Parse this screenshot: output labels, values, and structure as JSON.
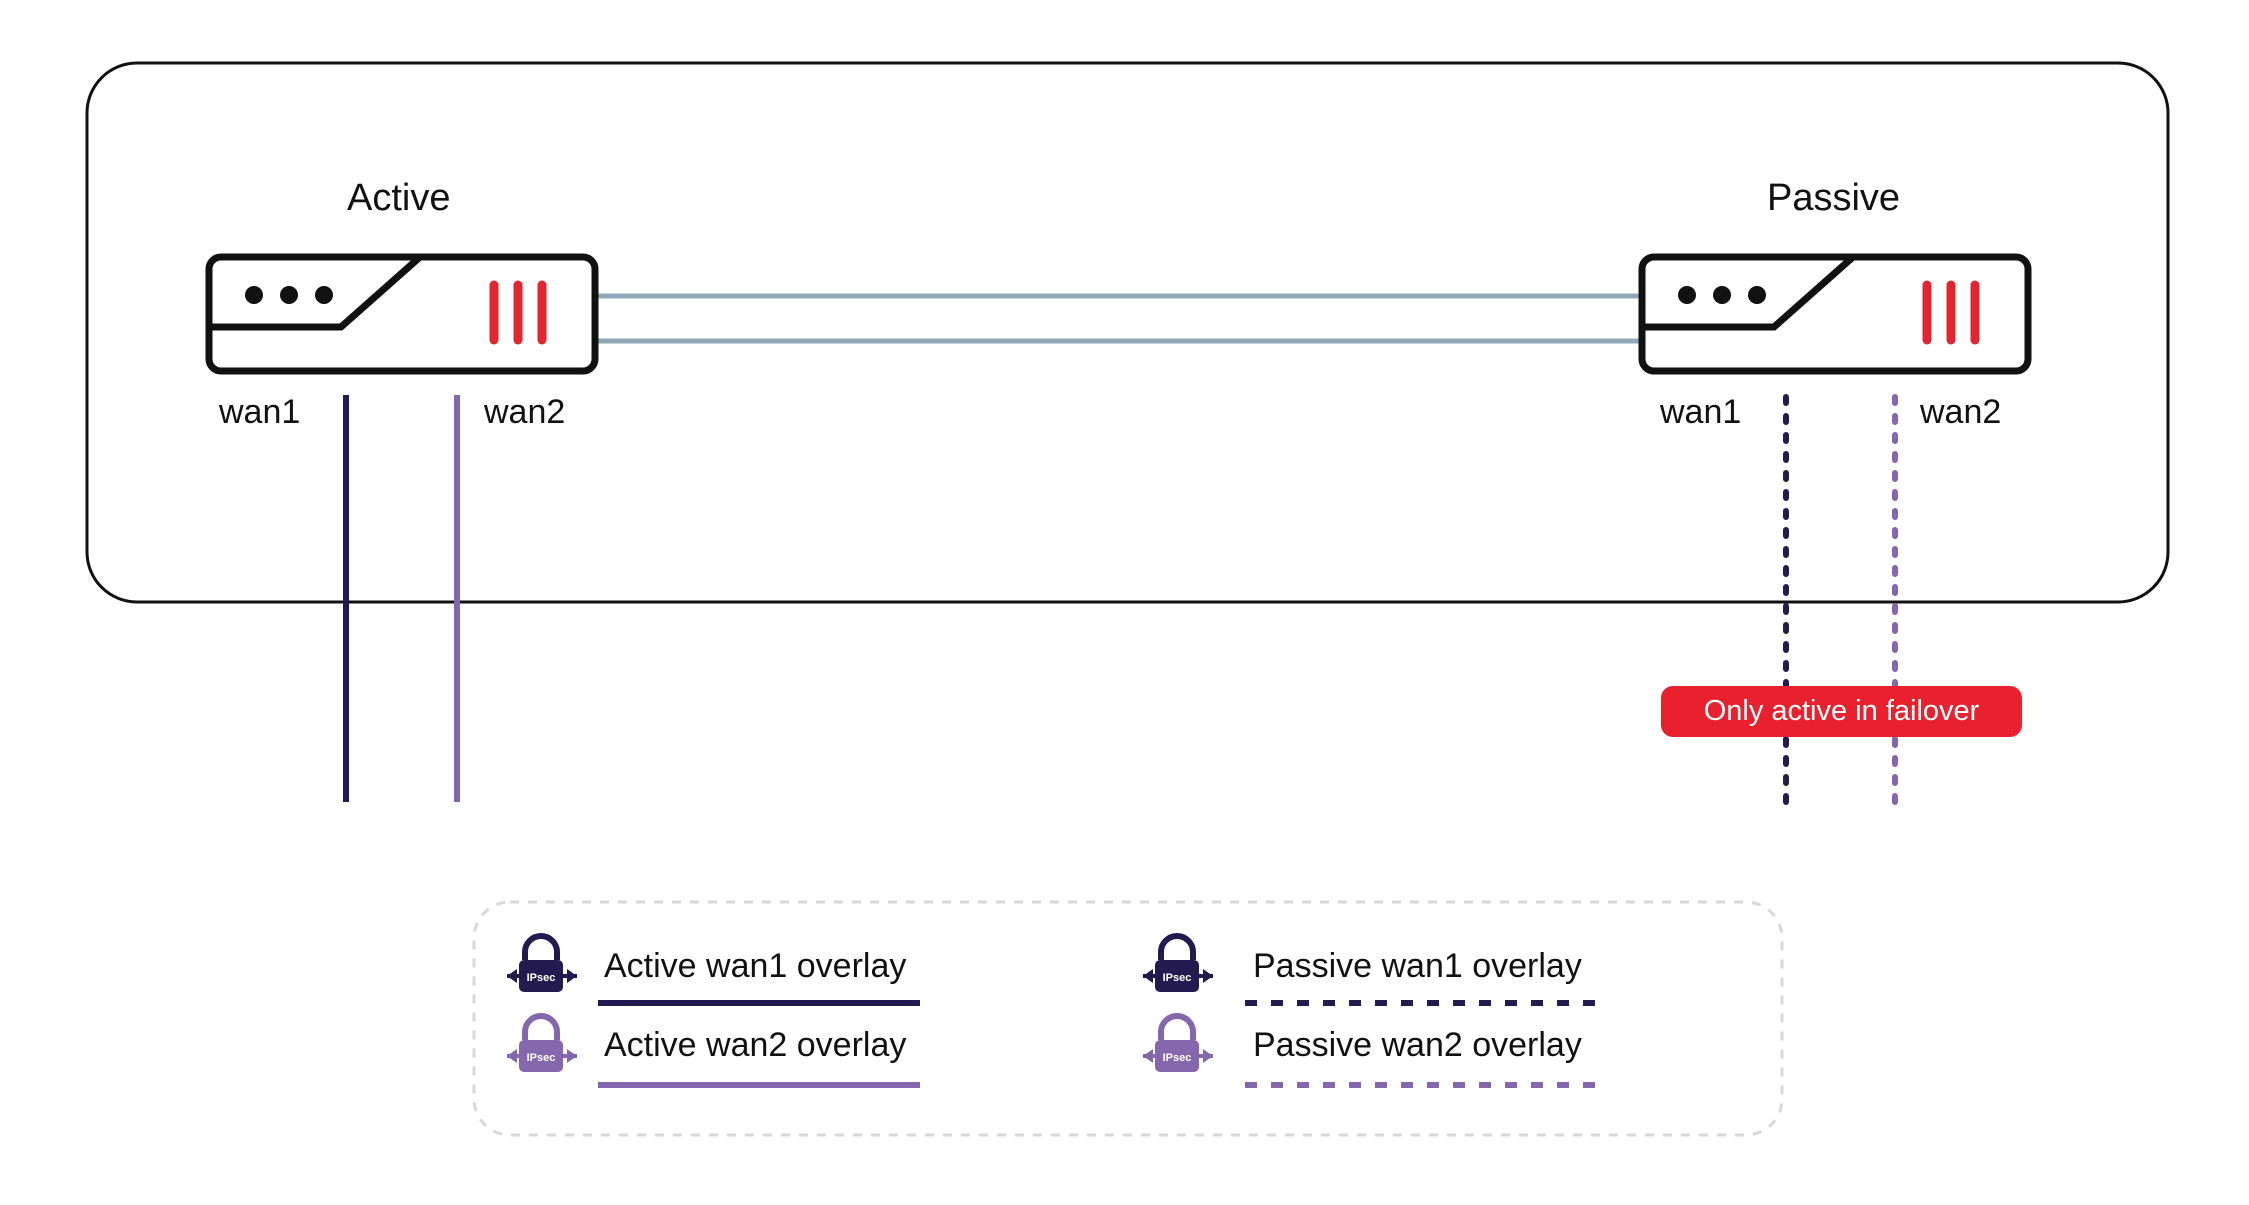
{
  "nodes": {
    "active": {
      "title": "Active",
      "port1": "wan1",
      "port2": "wan2"
    },
    "passive": {
      "title": "Passive",
      "port1": "wan1",
      "port2": "wan2"
    }
  },
  "badge": {
    "text": "Only active in failover"
  },
  "legend": {
    "items": [
      {
        "label": "Active wan1 overlay",
        "line_style": "solid",
        "color": "#231a4f",
        "icon": "ipsec-lock-icon",
        "icon_text": "IPsec"
      },
      {
        "label": "Active wan2 overlay",
        "line_style": "solid",
        "color": "#8567ad",
        "icon": "ipsec-lock-icon",
        "icon_text": "IPsec"
      },
      {
        "label": "Passive wan1 overlay",
        "line_style": "dashed",
        "color": "#231a4f",
        "icon": "ipsec-lock-icon",
        "icon_text": "IPsec"
      },
      {
        "label": "Passive wan2 overlay",
        "line_style": "dashed",
        "color": "#8567ad",
        "icon": "ipsec-lock-icon",
        "icon_text": "IPsec"
      }
    ]
  },
  "colors": {
    "outline": "#111111",
    "ha_link": "#8ea8b8",
    "led_red": "#e0262e",
    "badge": "#e9212e",
    "legend_border": "#d8d8d8"
  }
}
